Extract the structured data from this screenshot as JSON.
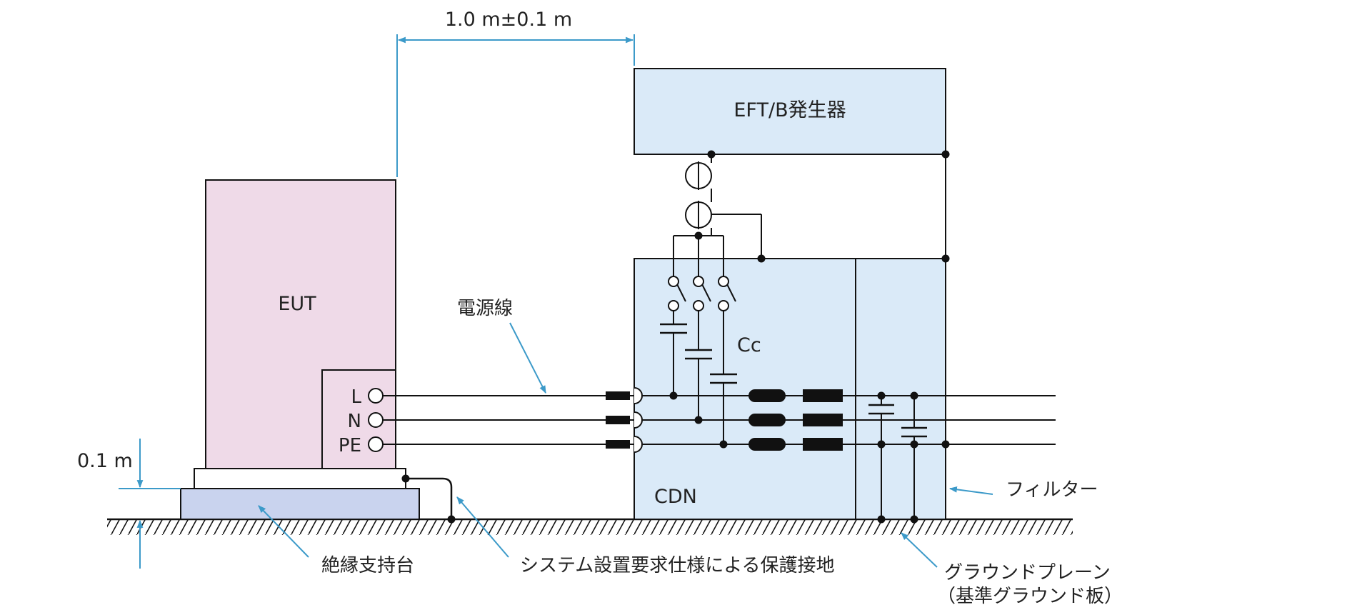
{
  "dimension": {
    "distance_label": "1.0 m±0.1 m",
    "height_label": "0.1 m"
  },
  "blocks": {
    "eut": "EUT",
    "generator": "EFT/B発生器",
    "cdn": "CDN",
    "coupling_cap": "Cc"
  },
  "pins": [
    "L",
    "N",
    "PE"
  ],
  "callouts": {
    "power_line": "電源線",
    "filter": "フィルター",
    "insulating_support": "絶縁支持台",
    "protective_earth": "システム設置要求仕様による保護接地",
    "ground_plane_line1": "グラウンドプレーン",
    "ground_plane_line2": "（基準グラウンド板）"
  },
  "colors": {
    "eut_fill": "#EFDAE8",
    "generator_fill": "#DAEAF8",
    "cdn_fill": "#DAEAF8",
    "support_fill": "#C9D3EE",
    "accent": "#3C9AC9",
    "line": "#111111"
  }
}
